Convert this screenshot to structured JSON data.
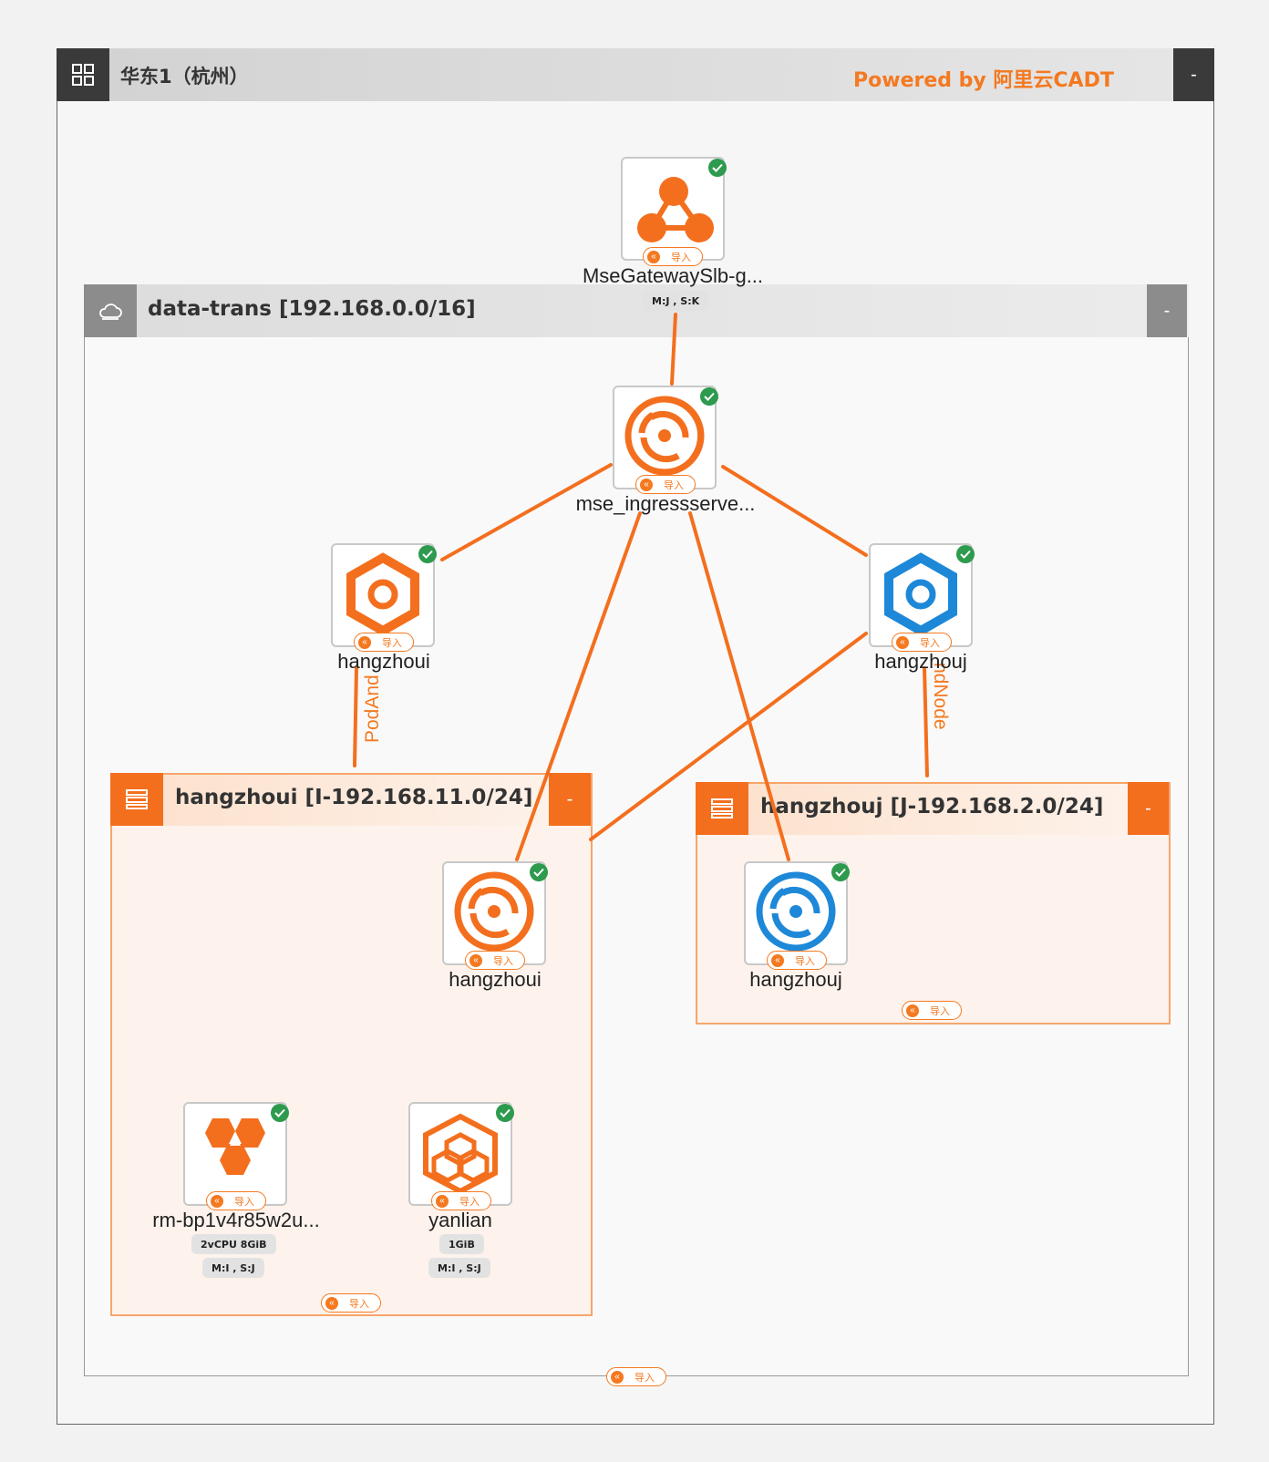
{
  "region": {
    "title": "华东1（杭州）",
    "powered_by": "Powered by 阿里云CADT",
    "collapse": "-"
  },
  "vpc": {
    "title": "data-trans [192.168.0.0/16]",
    "collapse": "-"
  },
  "vswitches": {
    "i": {
      "title": "hangzhoui [I-192.168.11.0/24]",
      "collapse": "-"
    },
    "j": {
      "title": "hangzhouj [J-192.168.2.0/24]",
      "collapse": "-"
    }
  },
  "import_label": "导入",
  "nodes": {
    "gateway": {
      "label": "MseGatewaySlb-g...",
      "tags": [
        "M:J , S:K"
      ],
      "color": "#f36f1e"
    },
    "ingress": {
      "label": "mse_ingressserve...",
      "color": "#f36f1e"
    },
    "podnode_i": {
      "label": "hangzhoui",
      "color": "#f36f1e"
    },
    "podnode_j": {
      "label": "hangzhouj",
      "color": "#1e88d8"
    },
    "server_i": {
      "label": "hangzhoui",
      "color": "#f36f1e"
    },
    "server_j": {
      "label": "hangzhouj",
      "color": "#1e88d8"
    },
    "rds": {
      "label": "rm-bp1v4r85w2u...",
      "tags": [
        "2vCPU  8GiB",
        "M:I , S:J"
      ],
      "color": "#f36f1e"
    },
    "yanlian": {
      "label": "yanlian",
      "tags": [
        "1GiB",
        "M:I , S:J"
      ],
      "color": "#f36f1e"
    }
  },
  "link_labels": {
    "left": "PodAnd",
    "right": "ndNode"
  },
  "colors": {
    "accent": "#f47920",
    "status_ok": "#2e9a4e",
    "blue": "#1e88d8"
  }
}
